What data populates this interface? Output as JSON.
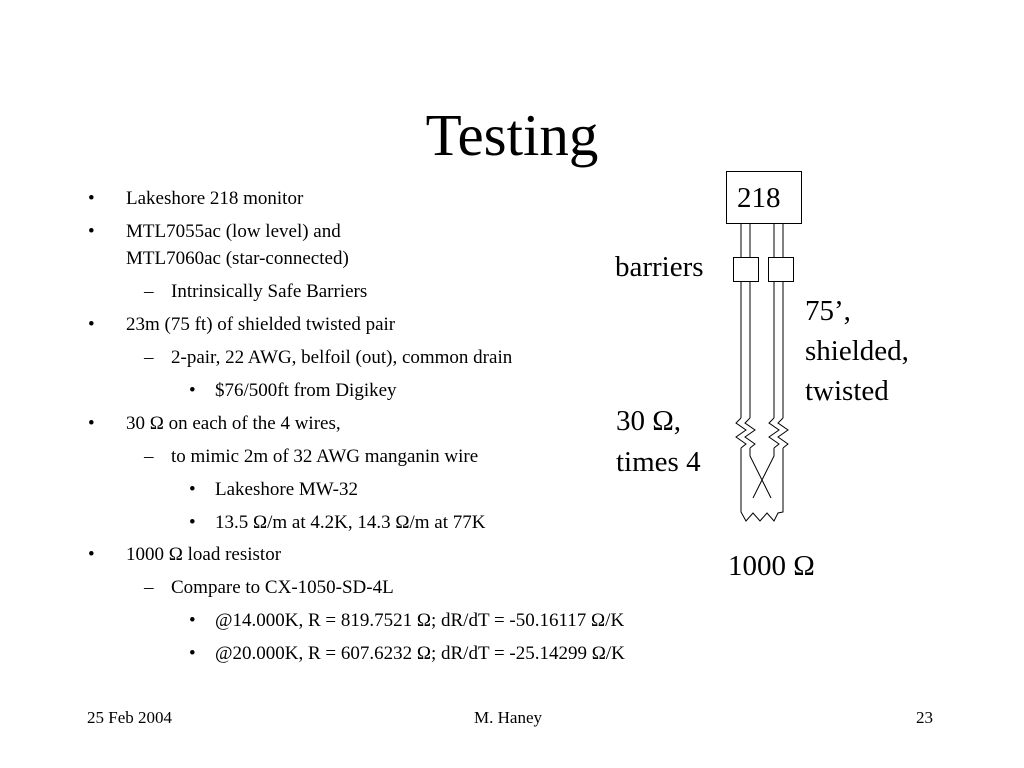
{
  "slide": {
    "title": "Testing"
  },
  "bullets": {
    "b1": "Lakeshore 218 monitor",
    "b2_line1": "MTL7055ac (low level) and",
    "b2_line2": "MTL7060ac (star-connected)",
    "b2_sub1": "Intrinsically Safe Barriers",
    "b3": "23m (75 ft) of shielded twisted pair",
    "b3_sub1": "2-pair, 22 AWG, belfoil (out), common drain",
    "b3_sub1_sub1": "$76/500ft from Digikey",
    "b4": "30 Ω on each of the 4 wires,",
    "b4_sub1": "to mimic 2m of 32 AWG manganin wire",
    "b4_sub1_sub1": "Lakeshore MW-32",
    "b4_sub1_sub2": "13.5 Ω/m at 4.2K, 14.3 Ω/m at 77K",
    "b5": "1000 Ω load resistor",
    "b5_sub1": "Compare to CX-1050-SD-4L",
    "b5_sub1_sub1": "@14.000K, R = 819.7521 Ω; dR/dT = -50.16117 Ω/K",
    "b5_sub1_sub2": "@20.000K, R = 607.6232 Ω; dR/dT = -25.14299 Ω/K"
  },
  "markers": {
    "bullet": "•",
    "dash": "–"
  },
  "diagram": {
    "monitor_label": "218",
    "barriers_label": "barriers",
    "cable_line1": "75’,",
    "cable_line2": "shielded,",
    "cable_line3": "twisted",
    "resistor_line1": "30 Ω,",
    "resistor_line2": "times 4",
    "load_label": "1000 Ω"
  },
  "footer": {
    "date": "25 Feb 2004",
    "author": "M. Haney",
    "page": "23"
  }
}
